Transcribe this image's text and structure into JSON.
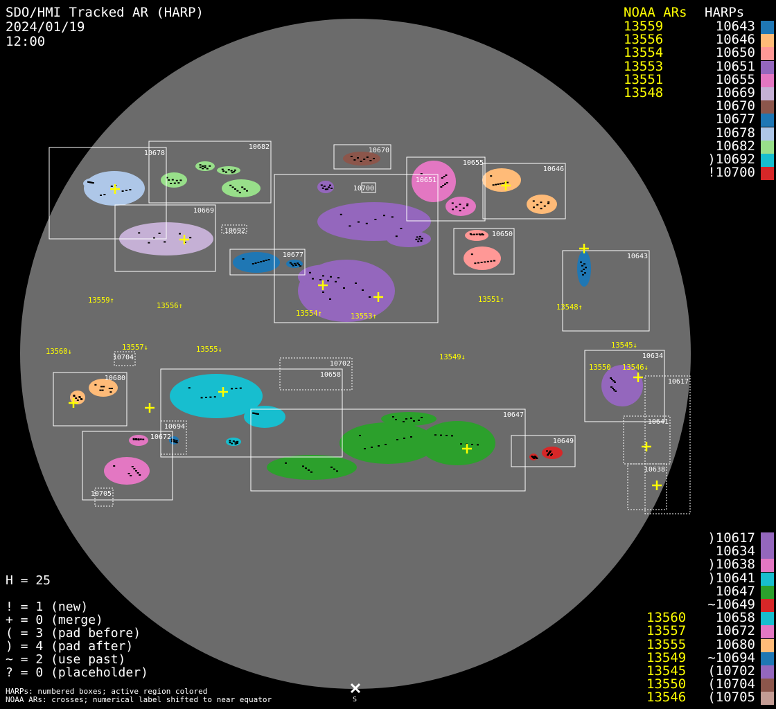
{
  "header": {
    "title": "SDO/HMI Tracked AR (HARP)",
    "date": "2024/01/19",
    "time": "12:00"
  },
  "legend_top": {
    "noaa_heading": "NOAA ARs",
    "harp_heading": "HARPs",
    "noaa": [
      "13559",
      "13556",
      "13554",
      "13553",
      "13551",
      "13548"
    ],
    "harps": [
      {
        "label": "10643",
        "color": "#1f77b4"
      },
      {
        "label": "10646",
        "color": "#ffbb78"
      },
      {
        "label": "10650",
        "color": "#ff9896"
      },
      {
        "label": "10651",
        "color": "#9467bd"
      },
      {
        "label": "10655",
        "color": "#e377c2"
      },
      {
        "label": "10669",
        "color": "#c5b0d5"
      },
      {
        "label": "10670",
        "color": "#8c564b"
      },
      {
        "label": "10677",
        "color": "#1f77b4"
      },
      {
        "label": "10678",
        "color": "#aec7e8"
      },
      {
        "label": "10682",
        "color": "#98df8a"
      },
      {
        "label": ")10692",
        "color": "#17becf"
      },
      {
        "label": "!10700",
        "color": "#d62728"
      }
    ]
  },
  "legend_bottom": {
    "harps": [
      {
        "label": ")10617",
        "color": "#9467bd",
        "noaa": ""
      },
      {
        "label": "10634",
        "color": "#9467bd",
        "noaa": ""
      },
      {
        "label": ")10638",
        "color": "#e377c2",
        "noaa": ""
      },
      {
        "label": ")10641",
        "color": "#17becf",
        "noaa": ""
      },
      {
        "label": "10647",
        "color": "#2ca02c",
        "noaa": ""
      },
      {
        "label": "~10649",
        "color": "#d62728",
        "noaa": ""
      },
      {
        "label": "10658",
        "color": "#17becf",
        "noaa": "13560"
      },
      {
        "label": "10672",
        "color": "#e377c2",
        "noaa": "13557"
      },
      {
        "label": "10680",
        "color": "#ffbb78",
        "noaa": "13555"
      },
      {
        "label": "~10694",
        "color": "#1f77b4",
        "noaa": "13549"
      },
      {
        "label": "(10702",
        "color": "#9467bd",
        "noaa": "13545"
      },
      {
        "label": "(10704",
        "color": "#8c564b",
        "noaa": "13550"
      },
      {
        "label": "(10705",
        "color": "#c49c94",
        "noaa": "13546"
      }
    ]
  },
  "stats": {
    "h_count": "H = 25",
    "lines": [
      "! = 1 (new)",
      "+ = 0 (merge)",
      "( = 3 (pad before)",
      ") = 4 (pad after)",
      "~ = 2 (use past)",
      "? = 0 (placeholder)"
    ]
  },
  "footer": {
    "line1": "HARPs: numbered boxes; active region colored",
    "line2": "NOAA ARs: crosses; numerical label shifted to near equator",
    "south_label": "S"
  },
  "harp_boxes": [
    {
      "id": "10678",
      "color": "#aec7e8"
    },
    {
      "id": "10682",
      "color": "#98df8a"
    },
    {
      "id": "10670",
      "color": "#8c564b"
    },
    {
      "id": "10651",
      "color": "#9467bd"
    },
    {
      "id": "10700",
      "color": "#d62728"
    },
    {
      "id": "10655",
      "color": "#e377c2"
    },
    {
      "id": "10646",
      "color": "#ffbb78"
    },
    {
      "id": "10669",
      "color": "#c5b0d5"
    },
    {
      "id": "10692",
      "color": "#17becf"
    },
    {
      "id": "10677",
      "color": "#1f77b4"
    },
    {
      "id": "10650",
      "color": "#ff9896"
    },
    {
      "id": "10643",
      "color": "#1f77b4"
    },
    {
      "id": "10704",
      "color": "#8c564b"
    },
    {
      "id": "10702",
      "color": "#9467bd"
    },
    {
      "id": "10658",
      "color": "#17becf"
    },
    {
      "id": "10680",
      "color": "#ffbb78"
    },
    {
      "id": "10647",
      "color": "#2ca02c"
    },
    {
      "id": "10694",
      "color": "#1f77b4"
    },
    {
      "id": "10672",
      "color": "#e377c2"
    },
    {
      "id": "10705",
      "color": "#c49c94"
    },
    {
      "id": "10649",
      "color": "#d62728"
    },
    {
      "id": "10634",
      "color": "#9467bd"
    },
    {
      "id": "10617",
      "color": "#9467bd"
    },
    {
      "id": "10641",
      "color": "#17becf"
    },
    {
      "id": "10638",
      "color": "#e377c2"
    }
  ],
  "noaa_labels": [
    "13559↑",
    "13556↑",
    "13554↑",
    "13553↑",
    "13551↑",
    "13548↑",
    "13560↓",
    "13557↓",
    "13555↓",
    "13549↓",
    "13545↓",
    "13550",
    "13546↓"
  ]
}
